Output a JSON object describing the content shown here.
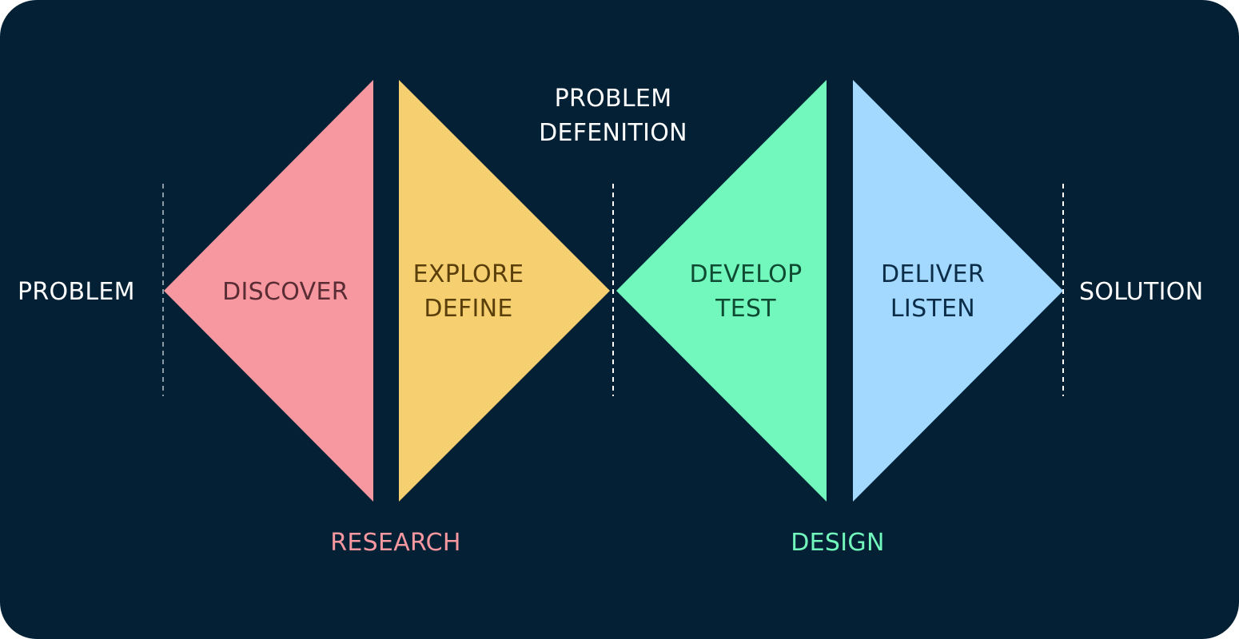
{
  "labels": {
    "problem": "PROBLEM",
    "solution": "SOLUTION",
    "problem_definition": [
      "PROBLEM",
      "DEFENITION"
    ],
    "research": "RESEARCH",
    "design": "DESIGN"
  },
  "stages": [
    {
      "lines": [
        "DISCOVER"
      ]
    },
    {
      "lines": [
        "EXPLORE",
        "DEFINE"
      ]
    },
    {
      "lines": [
        "DEVELOP",
        "TEST"
      ]
    },
    {
      "lines": [
        "DELIVER",
        "LISTEN"
      ]
    }
  ],
  "colors": {
    "background": "#032035",
    "discover": "#f7979f",
    "define": "#f6cf71",
    "develop": "#72f8bc",
    "deliver": "#a3d9ff",
    "discover_text": "#5a2c33",
    "define_text": "#5a3f0a",
    "develop_text": "#0f4a33",
    "deliver_text": "#0c2d48",
    "research": "#f7979f",
    "design": "#72f8bc",
    "divider": "#8a9aa6"
  }
}
